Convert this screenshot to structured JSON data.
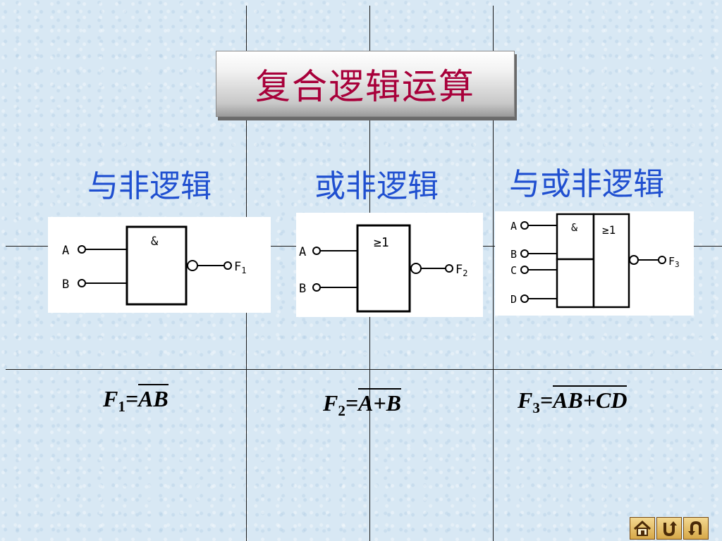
{
  "title": "复合逻辑运算",
  "gates": [
    {
      "name": "与非逻辑",
      "symbol": "&",
      "inputs": [
        "A",
        "B"
      ],
      "output": "F",
      "output_sub": "1",
      "formula": {
        "lhs": "F",
        "sub": "1",
        "eq": "=",
        "expr": "AB"
      }
    },
    {
      "name": "或非逻辑",
      "symbol": "≥1",
      "inputs": [
        "A",
        "B"
      ],
      "output": "F",
      "output_sub": "2",
      "formula": {
        "lhs": "F",
        "sub": "2",
        "eq": "=",
        "expr": "A+B"
      }
    },
    {
      "name": "与或非逻辑",
      "symbol_and": "&",
      "symbol_or": "≥1",
      "inputs": [
        "A",
        "B",
        "C",
        "D"
      ],
      "output": "F",
      "output_sub": "3",
      "formula": {
        "lhs": "F",
        "sub": "3",
        "eq": "=",
        "expr": "AB+CD"
      }
    }
  ],
  "nav": {
    "buttons": [
      {
        "icon": "home-icon"
      },
      {
        "icon": "return-icon"
      },
      {
        "icon": "back-icon"
      }
    ],
    "color": "#d7a848"
  },
  "colors": {
    "title": "#a8003a",
    "label": "#1f4fd0",
    "grid": "#1a1a1a"
  }
}
